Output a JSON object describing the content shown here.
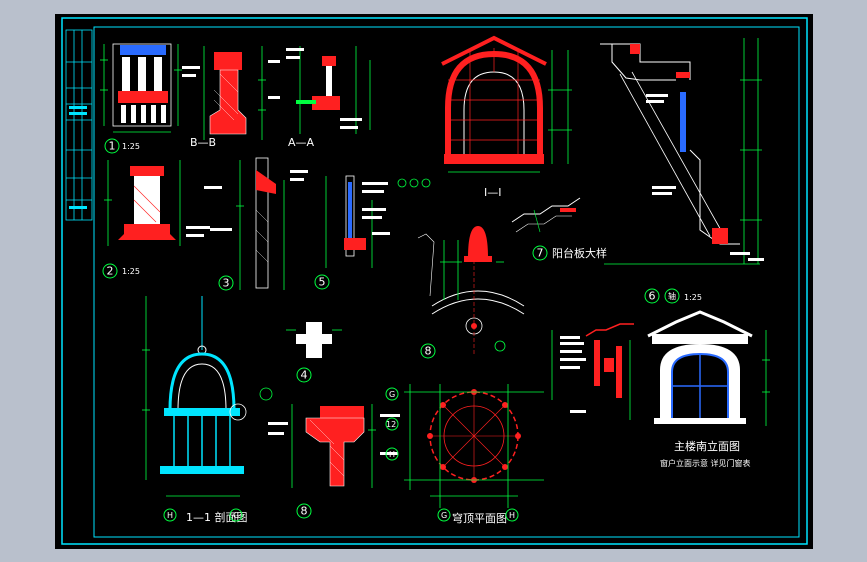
{
  "colors": {
    "background": "#b9c0cc",
    "sheet": "#000000",
    "frame": "#00e5ff",
    "line_white": "#ffffff",
    "line_red": "#ff2020",
    "line_green": "#00ff40",
    "line_cyan": "#00e5ff",
    "line_yellow": "#ffff00",
    "line_blue": "#2a6bff"
  },
  "labels": {
    "detail_1": "1",
    "detail_2": "2",
    "detail_3": "3",
    "detail_4": "4",
    "detail_5": "5",
    "detail_6": "6",
    "detail_7": "7",
    "detail_8a": "8",
    "detail_8b": "8",
    "section_bb": "B—B",
    "section_aa": "A—A",
    "section_ii": "I—I",
    "section_11": "1—1 剖面图",
    "grid_h_left": "H",
    "grid_g_left": "G",
    "grid_h_mid": "H",
    "grid_g_mid": "G",
    "grid_g_plan": "G",
    "grid_h_plan": "H",
    "grid_12": "12",
    "dome_plan_title": "穹顶平面图",
    "stair_title": "阳台板大样",
    "window_title": "主楼南立面图",
    "window_note": "窗户立面示意 详见门窗表",
    "scale_1": "1:25",
    "scale_2": "1:25",
    "scale_6": "1:25",
    "detail_6_sub": "轴"
  }
}
